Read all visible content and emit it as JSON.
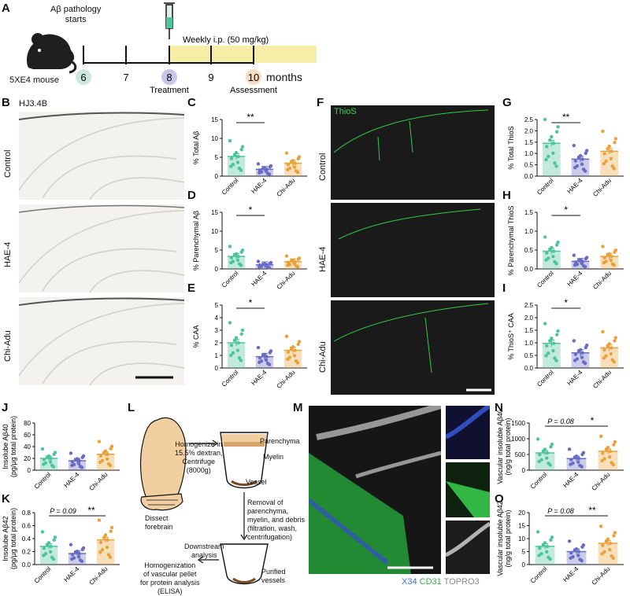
{
  "panel_letters": {
    "A": "A",
    "B": "B",
    "C": "C",
    "D": "D",
    "E": "E",
    "F": "F",
    "G": "G",
    "H": "H",
    "I": "I",
    "J": "J",
    "K": "K",
    "L": "L",
    "M": "M",
    "N": "N",
    "O": "O"
  },
  "timeline": {
    "pathology_label": "Aβ pathology\nstarts",
    "mouse_label": "5XE4 mouse",
    "months_label": "months",
    "ticks": [
      "6",
      "7",
      "8",
      "9",
      "10"
    ],
    "weekly_label": "Weekly i.p. (50 mg/kg)",
    "treatment_label": "Treatment",
    "assessment_label": "Assessment",
    "colors": {
      "start": "#cde9de",
      "treat": "#c9c5e6",
      "assess": "#f8dcc0",
      "band": "#f6eda7"
    }
  },
  "images": {
    "hj_label": "HJ3.4B",
    "thios_label": "ThioS",
    "groups": [
      "Control",
      "HAE-4",
      "Chi-Adu"
    ],
    "m_legend": {
      "x34": "X34",
      "cd31": "CD31",
      "topro": "TOPRO3"
    }
  },
  "colors": {
    "control": "#4ec49a",
    "hae4": "#6a6cc4",
    "chiadu": "#e9a23b"
  },
  "diagram": {
    "step1": "Homogenize in\n15.5% dextran,\nCentrifuge\n(8000g)",
    "dissect": "Dissect\nforebrain",
    "layers": [
      "Parenchyma",
      "Myelin",
      "Vessel"
    ],
    "step2": "Removal of\nparenchyma,\nmyelin, and debris\n(filtration, wash,\ncentrifugation)",
    "step3": "Downstream\nanalysis",
    "step4": "Homogenization\nof vascular pellet\nfor protein analysis\n(ELISA)",
    "purified": "Purified\nvessels"
  },
  "chart_data": [
    {
      "id": "C",
      "type": "bar",
      "categories": [
        "Control",
        "HAE-4",
        "Chi-Adu"
      ],
      "values": [
        5.2,
        1.8,
        3.4
      ],
      "ylabel": "% Total Aβ",
      "ylim": [
        0,
        15
      ],
      "yticks": [
        0,
        5,
        10,
        15
      ],
      "sig": [
        {
          "from": 0,
          "to": 1,
          "label": "**"
        }
      ]
    },
    {
      "id": "D",
      "type": "bar",
      "categories": [
        "Control",
        "HAE-4",
        "Chi-Adu"
      ],
      "values": [
        3.3,
        1.1,
        1.9
      ],
      "ylabel": "% Parenchymal Aβ",
      "ylim": [
        0,
        15
      ],
      "yticks": [
        0,
        5,
        10,
        15
      ],
      "sig": [
        {
          "from": 0,
          "to": 1,
          "label": "*"
        }
      ]
    },
    {
      "id": "E",
      "type": "bar",
      "categories": [
        "Control",
        "HAE-4",
        "Chi-Adu"
      ],
      "values": [
        2.0,
        0.9,
        1.4
      ],
      "ylabel": "% CAA",
      "ylim": [
        0,
        5
      ],
      "yticks": [
        0,
        1,
        2,
        3,
        4,
        5
      ],
      "sig": [
        {
          "from": 0,
          "to": 1,
          "label": "*"
        }
      ]
    },
    {
      "id": "G",
      "type": "bar",
      "categories": [
        "Control",
        "HAE-4",
        "Chi-Adu"
      ],
      "values": [
        1.45,
        0.75,
        1.1
      ],
      "ylabel": "% Total ThioS",
      "ylim": [
        0,
        2.5
      ],
      "yticks": [
        0.0,
        0.5,
        1.0,
        1.5,
        2.0,
        2.5
      ],
      "sig": [
        {
          "from": 0,
          "to": 1,
          "label": "**"
        }
      ]
    },
    {
      "id": "H",
      "type": "bar",
      "categories": [
        "Control",
        "HAE-4",
        "Chi-Adu"
      ],
      "values": [
        0.47,
        0.2,
        0.33
      ],
      "ylabel": "% Parenchymal ThioS",
      "ylim": [
        0,
        1.5
      ],
      "yticks": [
        0.0,
        0.5,
        1.0,
        1.5
      ],
      "sig": [
        {
          "from": 0,
          "to": 1,
          "label": "*"
        }
      ]
    },
    {
      "id": "I",
      "type": "bar",
      "categories": [
        "Control",
        "HAE-4",
        "Chi-Adu"
      ],
      "values": [
        0.98,
        0.6,
        0.8
      ],
      "ylabel": "% ThioS⁺ CAA",
      "ylim": [
        0,
        2.5
      ],
      "yticks": [
        0.0,
        0.5,
        1.0,
        1.5,
        2.0,
        2.5
      ],
      "sig": [
        {
          "from": 0,
          "to": 1,
          "label": "*"
        }
      ]
    },
    {
      "id": "J",
      "type": "bar",
      "categories": [
        "Control",
        "HAE-4",
        "Chi-Adu"
      ],
      "values": [
        20,
        16,
        27
      ],
      "ylabel": "Insolube Aβ40\n(pg/μg total protein)",
      "ylim": [
        0,
        80
      ],
      "yticks": [
        0,
        20,
        40,
        60,
        80
      ],
      "sig": []
    },
    {
      "id": "K",
      "type": "bar",
      "categories": [
        "Control",
        "HAE-4",
        "Chi-Adu"
      ],
      "values": [
        0.28,
        0.17,
        0.38
      ],
      "ylabel": "Insolube Aβ42\n(pg/μg total protein)",
      "ylim": [
        0,
        0.8
      ],
      "yticks": [
        0.0,
        0.2,
        0.4,
        0.6,
        0.8
      ],
      "sig": [
        {
          "from": 0,
          "to": 1,
          "label": "P = 0.09"
        },
        {
          "from": 1,
          "to": 2,
          "label": "**"
        }
      ]
    },
    {
      "id": "N",
      "type": "bar",
      "categories": [
        "Control",
        "HAE-4",
        "Chi-Adu"
      ],
      "values": [
        550,
        370,
        600
      ],
      "ylabel": "Vascular insoluble Aβ40\n(ng/g total protein)",
      "ylim": [
        0,
        1500
      ],
      "yticks": [
        0,
        500,
        1000,
        1500
      ],
      "sig": [
        {
          "from": 0,
          "to": 1,
          "label": "P = 0.08"
        },
        {
          "from": 1,
          "to": 2,
          "label": "*"
        }
      ]
    },
    {
      "id": "O",
      "type": "bar",
      "categories": [
        "Control",
        "HAE-4",
        "Chi-Adu"
      ],
      "values": [
        7.0,
        5.0,
        8.2
      ],
      "ylabel": "Vascular insoluble Aβ42\n(ng/g total protein)",
      "ylim": [
        0,
        20
      ],
      "yticks": [
        0,
        5,
        10,
        15,
        20
      ],
      "sig": [
        {
          "from": 0,
          "to": 1,
          "label": "P = 0.08"
        },
        {
          "from": 1,
          "to": 2,
          "label": "**"
        }
      ]
    }
  ]
}
